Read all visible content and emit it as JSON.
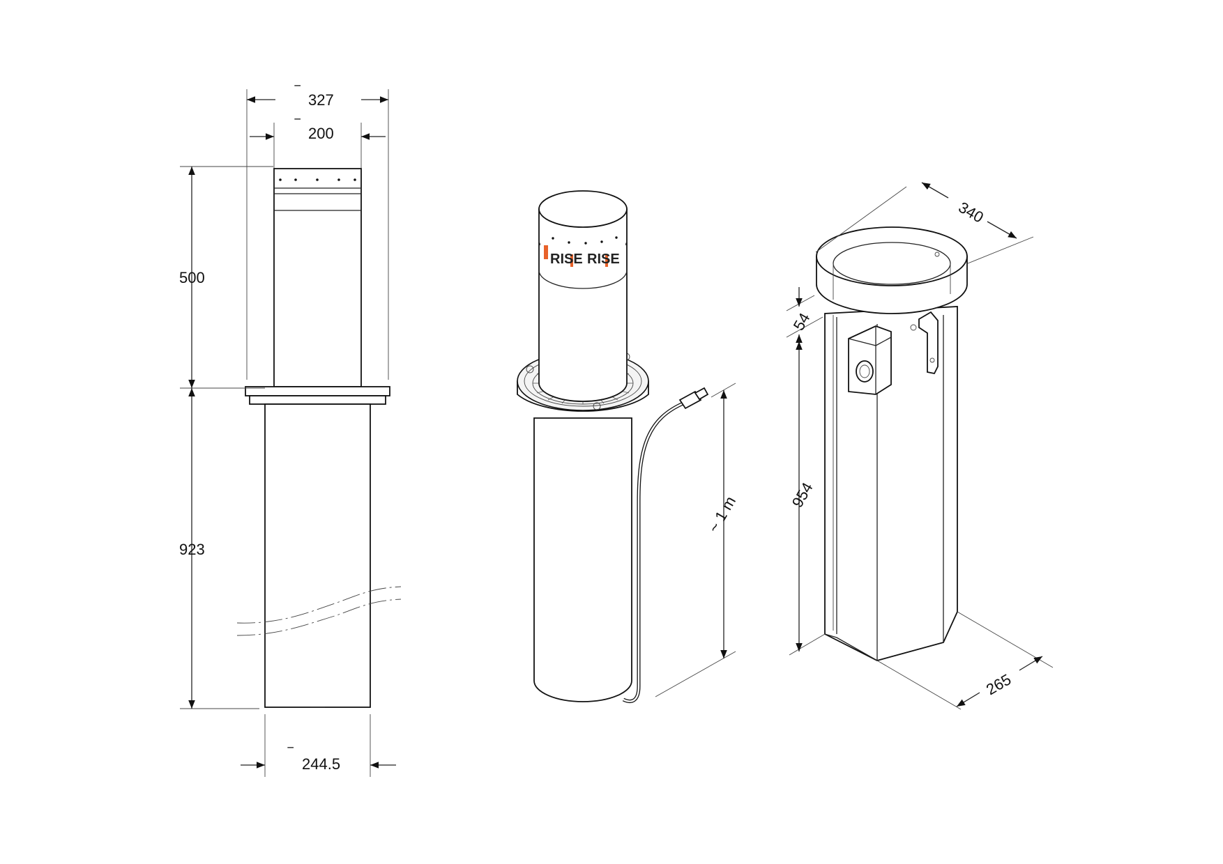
{
  "front_view": {
    "top_outer_diameter": "327",
    "top_diameter": "200",
    "height_above_ground": "500",
    "height_below_ground": "923",
    "body_diameter": "244.5",
    "diameter_symbol": "‾"
  },
  "bollard_view": {
    "brand_logo": "RISE",
    "cable_length": "~ 1 m"
  },
  "housing_view": {
    "ring_diameter": "340",
    "ring_height": "54",
    "housing_height": "954",
    "base_width": "265"
  },
  "colors": {
    "line": "#111111",
    "logo_band": "#e8622a",
    "background": "#ffffff"
  }
}
